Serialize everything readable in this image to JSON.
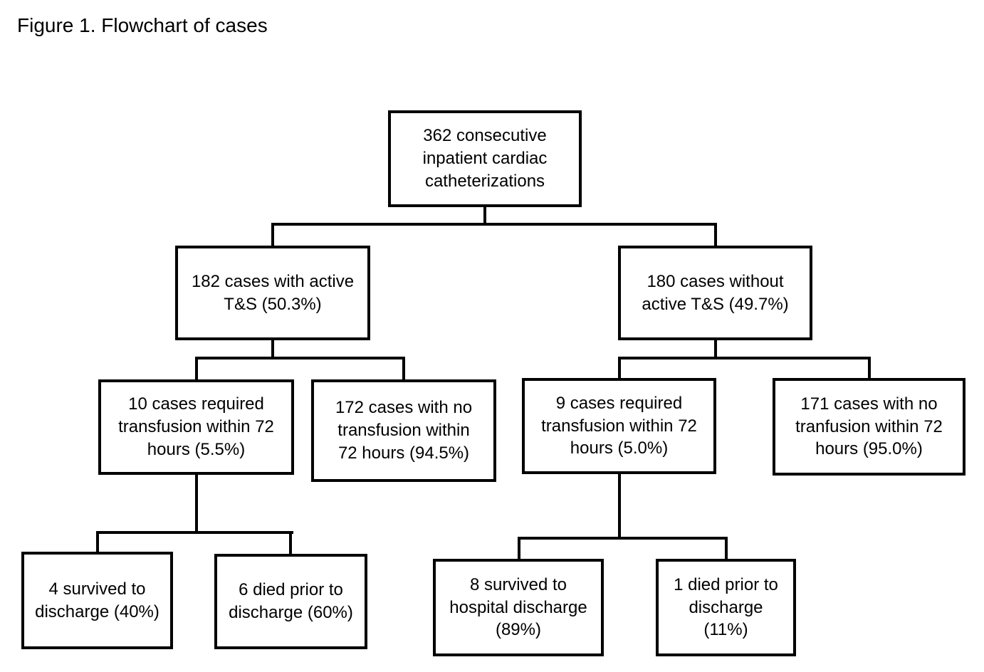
{
  "title": "Figure 1. Flowchart of cases",
  "colors": {
    "background": "#ffffff",
    "box_border": "#000000",
    "connector": "#000000",
    "text": "#000000"
  },
  "flowchart": {
    "nodes": {
      "root": {
        "label": "362 consecutive\ninpatient cardiac\ncatheterizations"
      },
      "active_ts": {
        "label": "182 cases with active\nT&S (50.3%)"
      },
      "without_active_ts": {
        "label": "180 cases without\nactive T&S (49.7%)"
      },
      "ts_transfusion": {
        "label": "10 cases required\ntransfusion within 72\nhours (5.5%)"
      },
      "ts_no_transfusion": {
        "label": "172 cases with no\ntransfusion within\n72 hours (94.5%)"
      },
      "nots_transfusion": {
        "label": "9 cases required\ntransfusion within 72\nhours (5.0%)"
      },
      "nots_no_transfusion": {
        "label": "171 cases with no\ntranfusion within 72\nhours (95.0%)"
      },
      "ts_survived": {
        "label": "4 survived to\ndischarge (40%)"
      },
      "ts_died": {
        "label": "6 died prior to\ndischarge (60%)"
      },
      "nots_survived": {
        "label": "8 survived to\nhospital discharge\n(89%)"
      },
      "nots_died": {
        "label": "1 died prior to\ndischarge\n(11%)"
      }
    },
    "edges": [
      {
        "from": "root",
        "to": "active_ts"
      },
      {
        "from": "root",
        "to": "without_active_ts"
      },
      {
        "from": "active_ts",
        "to": "ts_transfusion"
      },
      {
        "from": "active_ts",
        "to": "ts_no_transfusion"
      },
      {
        "from": "without_active_ts",
        "to": "nots_transfusion"
      },
      {
        "from": "without_active_ts",
        "to": "nots_no_transfusion"
      },
      {
        "from": "ts_transfusion",
        "to": "ts_survived"
      },
      {
        "from": "ts_transfusion",
        "to": "ts_died"
      },
      {
        "from": "nots_transfusion",
        "to": "nots_survived"
      },
      {
        "from": "nots_transfusion",
        "to": "nots_died"
      }
    ]
  }
}
